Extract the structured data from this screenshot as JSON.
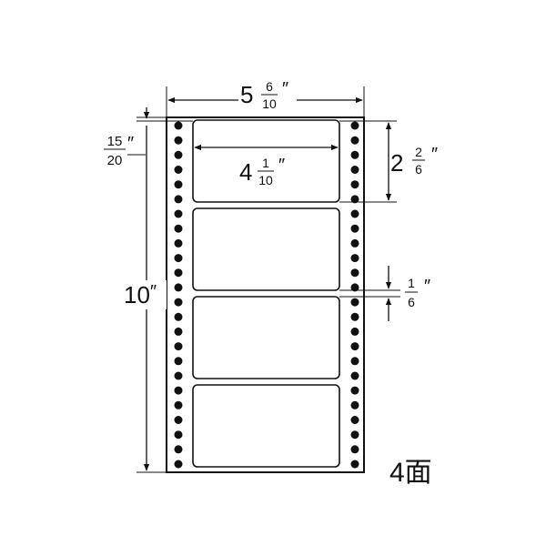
{
  "dimensions": {
    "overall_width": {
      "whole": "5",
      "numerator": "6",
      "denominator": "10",
      "unit": "″"
    },
    "label_width": {
      "whole": "4",
      "numerator": "1",
      "denominator": "10",
      "unit": "″"
    },
    "label_height": {
      "whole": "2",
      "numerator": "2",
      "denominator": "6",
      "unit": "″"
    },
    "top_margin": {
      "numerator": "15",
      "denominator": "20",
      "unit": "″"
    },
    "gap": {
      "numerator": "1",
      "denominator": "6",
      "unit": "″"
    },
    "overall_height": {
      "value": "10",
      "unit": "″"
    }
  },
  "labels_count": 4,
  "count_text": "4面"
}
